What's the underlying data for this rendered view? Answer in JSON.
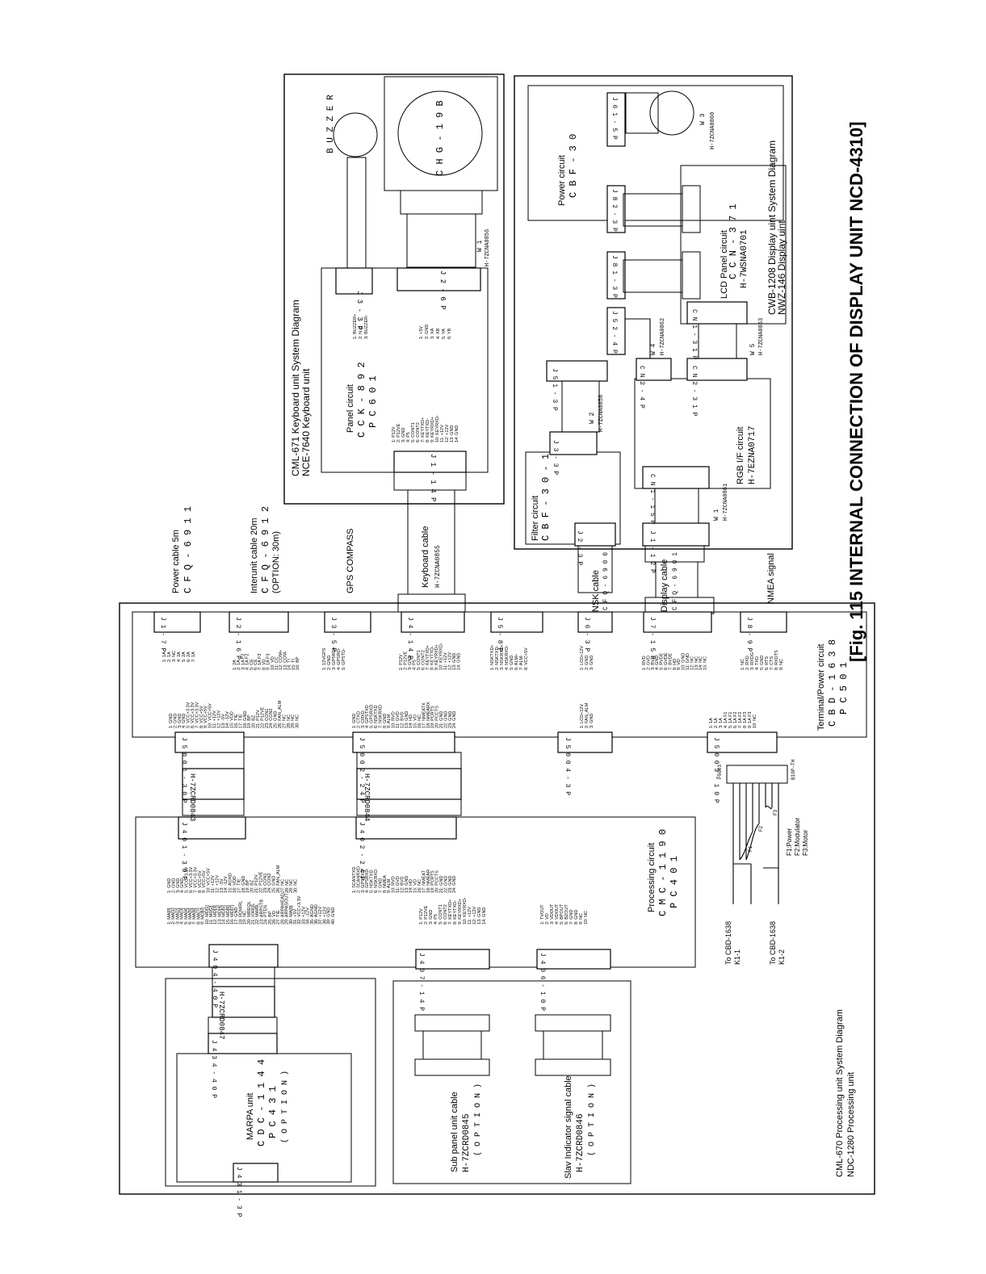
{
  "title": "[Fig. 115    INTERNAL CONNECTION OF DISPLAY UNIT NCD-4310]",
  "keyboard_unit": {
    "label1": "CML-671   Keyboard unit System Diagram",
    "label2": "NCE-7640  Keyboard unit",
    "panel_circuit": "Panel circuit",
    "panel_code1": "C C K - 8 9 2",
    "panel_code2": "P C 6 0 1",
    "buzzer": "B U Z Z E R",
    "chg": "C H G - 1 9 B",
    "w1": "W 1",
    "w1_code": "H-7ZCNA0856",
    "connectors": [
      "J 3 - 3 P",
      "J 2 - 6 P",
      "J 1 - 1 4 P"
    ],
    "j3_pins": [
      "1: BUZZER+",
      "2: N.C",
      "3: BUZZER-"
    ],
    "j2_pins": [
      "1: +5V",
      "2: GND",
      "3: XA",
      "4: XB",
      "5: YA",
      "6: YB"
    ],
    "j1_pins": [
      "1: P12V",
      "2: P12VE",
      "3: GND",
      "4: P5",
      "5: CONT1",
      "6: CONT2",
      "7: KEYTXD+",
      "8: KEYTXD-",
      "9: KEYRXD+",
      "10: KEYRXD-",
      "11: +12V",
      "12: +12V",
      "13: GND",
      "14: GND"
    ]
  },
  "display_unit": {
    "label1": "CWB-1208  Display uint System Diagram",
    "label2": "NWZ-146   Display uint",
    "power_circuit": "Power circuit",
    "power_code": "C B F - 3 0",
    "lcd_circuit": "LCD Panel circuit",
    "lcd_code1": "C C N - 3 7 1",
    "lcd_code2": "H-7WSNA0701",
    "rgb_circuit": "RGB I/F circuit",
    "rgb_code": "H-7EZNA0717",
    "filter_circuit": "Filter circuit",
    "filter_code": "C B F - 3 0 - 1",
    "w3": "W 3",
    "w3_code": "H-7ZCNA0860",
    "w2": "W 2",
    "w2_code": "H-7ZCNA0858",
    "w4": "W 4",
    "w4_code": "H-7ZCNA0862",
    "w5": "W 5",
    "w5_code": "H-7ZCNA0863",
    "w1": "W 1",
    "w1_code": "H-7ZCNA0861",
    "connectors": [
      "J 6 1 - 5 P",
      "J 8 2 - 3 P",
      "J 8 1 - 3 P",
      "J 5 2 - 4 P",
      "J 5 1 - 3 P",
      "C N 1 - 3 1 P",
      "C N 2 - 4 P",
      "C N 2 - 3 1 P",
      "C N 1 - 1 5 P",
      "J 3 - 3 P",
      "J 2 - 3 P",
      "J 1 - 1 2 P"
    ]
  },
  "cables": {
    "power": "Power cable  5m",
    "power_code": "C F Q - 6 9 1 1",
    "interunit": "Interunit cable  20m",
    "interunit_code": "C F Q - 6 9 1 2",
    "interunit_opt": "(OPTION:  30m)",
    "gps": "GPS COMPASS",
    "keyboard": "Keyboard cable",
    "keyboard_code": "H-7ZCNA0855",
    "nsk": "NSK cable",
    "nsk_code": "C F Q - 6 9 0 0",
    "display": "Display cable",
    "display_code": "C F Q - 6 9 0 1",
    "nmea": "NMEA signal"
  },
  "terminal": {
    "label": "Terminal/Power circuit",
    "code1": "C B D - 1 6 3 8",
    "code2": "P C 5 0 1",
    "connectors": [
      "J 1 - 7 P",
      "J 2 - 1 6 P",
      "J 3 - 5 P",
      "J 4 - 1 4 P",
      "J 5 - 8 P",
      "J 6 - 3 P",
      "J 7 - 1 5 P",
      "J 8 - 9 P"
    ],
    "inner_connectors": [
      "J 5 0 0 1 - 3 0 P",
      "J 5 0 0 2 - 2 4 P",
      "J 5 0 0 4 - 3 P",
      "J 5 0 0 3 - 1 0 P"
    ],
    "j1_pins": [
      "1: 1A",
      "2: 1A",
      "3: NC",
      "4: 2A",
      "5: 2A",
      "6: 2A",
      "7: 1A"
    ],
    "j2_pins": [
      "1: 2A",
      "2: 1A",
      "3: 1A F2",
      "4: 1A F2",
      "5: CE",
      "6: CE",
      "7: 1A F3",
      "8: VD",
      "9: 1A F3",
      "10: VD",
      "11: CC",
      "12: COM+",
      "13: COM-",
      "14: TI",
      "15: TI",
      "16: BP"
    ],
    "j3_pins": [
      "1: 12VGPS",
      "2: GND",
      "3: GPSRD+",
      "4: GPSRD-",
      "5: GPSTD-"
    ],
    "j4_pins": [
      "1: P12V",
      "2: P12VE",
      "3: GND",
      "4: P5",
      "5: CONT1",
      "6: CONT2",
      "7: KEYTXD+",
      "8: KEYTXD-",
      "9: KEYRXD+",
      "10: KEYRXD-",
      "11: +12V",
      "12: +12V",
      "13: GND",
      "14: GND"
    ],
    "j5_pins": [
      "1: NSKTXD+",
      "2: NSKTXD-",
      "3: NSKRXD+",
      "4: NSKRXD-",
      "5: GND",
      "6: ALM+",
      "7: ALM-",
      "8: VCC+5V"
    ],
    "j6_pins": [
      "1: LCD+12V",
      "2: GND",
      "3: GND"
    ],
    "j7_pins": [
      "1: RVD",
      "2: GVD",
      "3: BVD",
      "4: GND",
      "5: RVDE",
      "6: GVDE",
      "7: BVDE",
      "8: HD",
      "9: VD",
      "10: GND",
      "11: GND",
      "12: NC",
      "13: NC",
      "14: NC",
      "15: NC"
    ],
    "j8_pins": [
      "1: NC",
      "2: RXD",
      "3: RXDG",
      "4: TXD",
      "5: GND",
      "6: RTS",
      "7: CTS",
      "8: RXDTS",
      "9: NC"
    ],
    "j5001_pins": [
      "1: GND",
      "2: GND",
      "3: GND",
      "4: GND",
      "5: VCC+3.3V",
      "6: VCC+3.3V",
      "7: VCC+3.3V",
      "8: VCC+5V",
      "9: VCC+5V",
      "10: VCC+5V",
      "11: +12V",
      "12: +12V",
      "13: -5V",
      "14: -12V",
      "15: VDD",
      "16: TIE",
      "17: TIE",
      "18: GND",
      "19: BP",
      "20: BZ",
      "21: P12V",
      "22: P12VE",
      "23: CON1",
      "24: CON2",
      "25: GND",
      "26: FAN_ALM",
      "27: NC",
      "28: NC",
      "29: NC",
      "30: NC"
    ],
    "j5002_pins": [
      "1: GND",
      "2: CTXD",
      "3: CRXD",
      "4: GPSTXD",
      "5: GPSRXD",
      "6: NSKTXD",
      "7: NSKRXD",
      "8: GND",
      "9: ALM",
      "10: RVD",
      "11: GVD",
      "12: BVD",
      "13: GND",
      "14: HD",
      "15: VD",
      "16: NC",
      "17: NMEATX",
      "18: NMEARX",
      "19: PCRTS",
      "20: PCCTS",
      "21: GND",
      "22: GND",
      "23: GND",
      "24: GND"
    ],
    "j5004_pins": [
      "1: LCD+12V",
      "2: FAN_ALM",
      "3: GND"
    ],
    "j5003_pins": [
      "1: 1A",
      "2: 1A",
      "3: 1A",
      "4: 1A F1",
      "5: 1A F1",
      "6: 1A F2",
      "7: 1A F2",
      "8: 1A F3",
      "9: 1A F3",
      "10: NC"
    ]
  },
  "processing": {
    "label": "Processing circuit",
    "code1": "C M C - 1 1 9 0",
    "code2": "P C 4 0 1",
    "connectors": [
      "J 4 0 1 - 3 0 P",
      "J 4 0 2 - 2 4 P",
      "J 4 0 4 - 4 0 P",
      "J 4 0 7 - 1 4 P",
      "J 4 0 6 - 1 0 P"
    ],
    "j401_pins": [
      "1: GND",
      "2: GND",
      "3: GND",
      "4: GND",
      "5: VCC+3.3V",
      "6: VCC+3.3V",
      "7: VCC+3.3V",
      "8: VCC+5V",
      "9: VCC+5V",
      "10: VCC+5V",
      "11: +12V",
      "12: +12V",
      "13: -5V",
      "14: -12V",
      "15: AGND",
      "16: VDD",
      "17: TIE",
      "18: GND",
      "19: BP",
      "20: BZ",
      "21: P12V",
      "22: P12VE",
      "23: CON1",
      "24: CON2",
      "25: GND",
      "26: FAN_ALM",
      "27: NC",
      "28: NC",
      "29: NC",
      "30: NC"
    ],
    "j402_pins": [
      "1: SCANTXD",
      "2: SCANRXD",
      "3: GPSTXD",
      "4: GPSRXD",
      "5: NSKTXD",
      "6: NSKRXD",
      "7: GND",
      "8: NMEA",
      "9: ALM",
      "10: RVD",
      "11: GVD",
      "12: BVD",
      "13: GND",
      "14: HD",
      "15: VD",
      "16: NC",
      "17: NMEAT",
      "18: NMEAR",
      "19: PCRTS",
      "20: PCCTS",
      "21: GND",
      "22: GND",
      "23: GND",
      "24: GND"
    ],
    "j404_pins": [
      "1: MA[0]",
      "2: MA[1]",
      "3: MA[2]",
      "4: MA[3]",
      "5: MA[4]",
      "6: MA[5]",
      "7: MA[6]",
      "8: MA[7]",
      "9: MD[0]",
      "10: MD[1]",
      "11: MD[2]",
      "12: MD[3]",
      "13: MD[4]",
      "14: MD[5]",
      "15: MD[6]",
      "16: MD[7]",
      "17: GND",
      "18: RDWRL",
      "19: NC",
      "20: MREQL",
      "21: IORQL",
      "22: MWRL",
      "23: ARPSTB",
      "24: PTEN",
      "25: BP",
      "26: VD",
      "27: TIE",
      "28: ARPAHEAD",
      "29: ARPASOUT",
      "30: MA[8]",
      "31: +5V",
      "32: VCC+3.3V",
      "33: +12V",
      "34: -12V",
      "35: AGND",
      "36: AGND",
      "37: +12V",
      "38: +12V",
      "39: GND",
      "40: GND"
    ],
    "j407_pins": [
      "1: P12V",
      "2: P12VE",
      "3: GND",
      "4: P5",
      "5: CONT1",
      "6: CONT2",
      "7: KEYTXD+",
      "8: KEYTXD-",
      "9: KEYRXD+",
      "10: KEYRXD-",
      "11: +12V",
      "12: +12V",
      "13: GND",
      "14: GND"
    ],
    "j406_pins": [
      "1: TVOUT",
      "2: VD",
      "3: VDOUT",
      "4: VDOUT",
      "5: BPOUT",
      "6: BZOUT",
      "7: GND",
      "8: GND",
      "9: NC",
      "10: NC"
    ],
    "unit_label1": "CML-670   Processing unit System Diagram",
    "unit_label2": "NDC-1280  Processing unit"
  },
  "cross_cables": [
    "H-7ZCRD0843",
    "H-7ZCRD0844",
    "H-7ZCRD0847"
  ],
  "marpa": {
    "label": "MARPA unit",
    "code1": "C D C - 1 1 4 4",
    "code2": "P C 4 3 1",
    "option": "( O P T I O N )",
    "connectors": [
      "J 4 3 4 - 4 0 P",
      "J 4 3 1 - 3 P"
    ]
  },
  "subpanel": {
    "label": "Sub panel unit cable",
    "code": "H-7ZCRD0845",
    "option": "( O P T I O N )"
  },
  "slave": {
    "label": "Slav Indicator signal cable",
    "code": "H-7ZCRD0846",
    "option": "( O P T I O N )"
  },
  "fuse": {
    "p5003": "P5003",
    "b": "B10P-TH",
    "f1": "F1",
    "f2": "F2",
    "f3": "F3",
    "legend": [
      "F1:Power",
      "F2:Modulator",
      "F3:Motor"
    ],
    "to_k1_1_a": "To  CBD-1638",
    "to_k1_1_b": "K1-1",
    "to_k1_2_a": "To  CBD-1638",
    "to_k1_2_b": "K1-2"
  }
}
